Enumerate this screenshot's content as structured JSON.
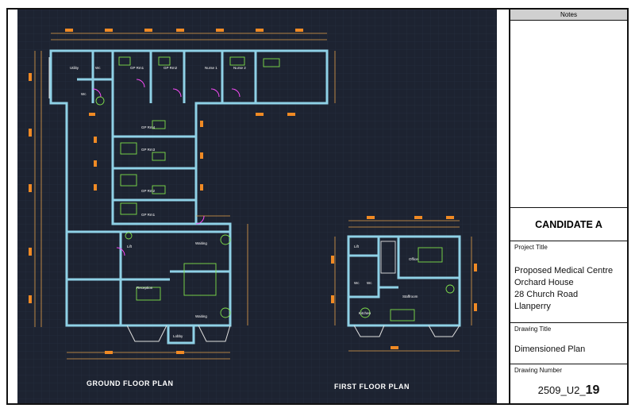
{
  "drawing": {
    "ground_floor_label": "GROUND FLOOR PLAN",
    "first_floor_label": "FIRST FLOOR PLAN",
    "rooms": {
      "utility": "Utility",
      "wc1": "Wc",
      "wc2": "Wc",
      "gp_rm1": "GP Rm1",
      "gp_rm2_top": "GP Rm2",
      "nurse1": "Nurse 1",
      "nurse2": "Nurse 2",
      "gp_rm4": "GP Rm4",
      "gp_rm3": "GP Rm3",
      "gp_rm2": "GP Rm2",
      "gp_rm1_low": "GP Rm1",
      "lift": "Lift",
      "waiting1": "Waiting",
      "reception": "Reception",
      "waiting2": "Waiting",
      "lobby": "Lobby",
      "ff_lift": "Lift",
      "office": "Office",
      "ff_wc": "Wc",
      "ff_wc2": "Wc",
      "staffroom": "Staffroom",
      "kitchen": "Kitchen"
    }
  },
  "panel": {
    "notes_header": "Notes",
    "candidate": "CANDIDATE A",
    "project_title_label": "Project Title",
    "project_lines": [
      "Proposed Medical Centre",
      "Orchard House",
      "28 Church Road",
      "Llanperry"
    ],
    "drawing_title_label": "Drawing Title",
    "drawing_title": "Dimensioned Plan",
    "drawing_number_label": "Drawing Number",
    "drawing_number_prefix": "2509_U2_",
    "drawing_number_suffix": "19"
  }
}
